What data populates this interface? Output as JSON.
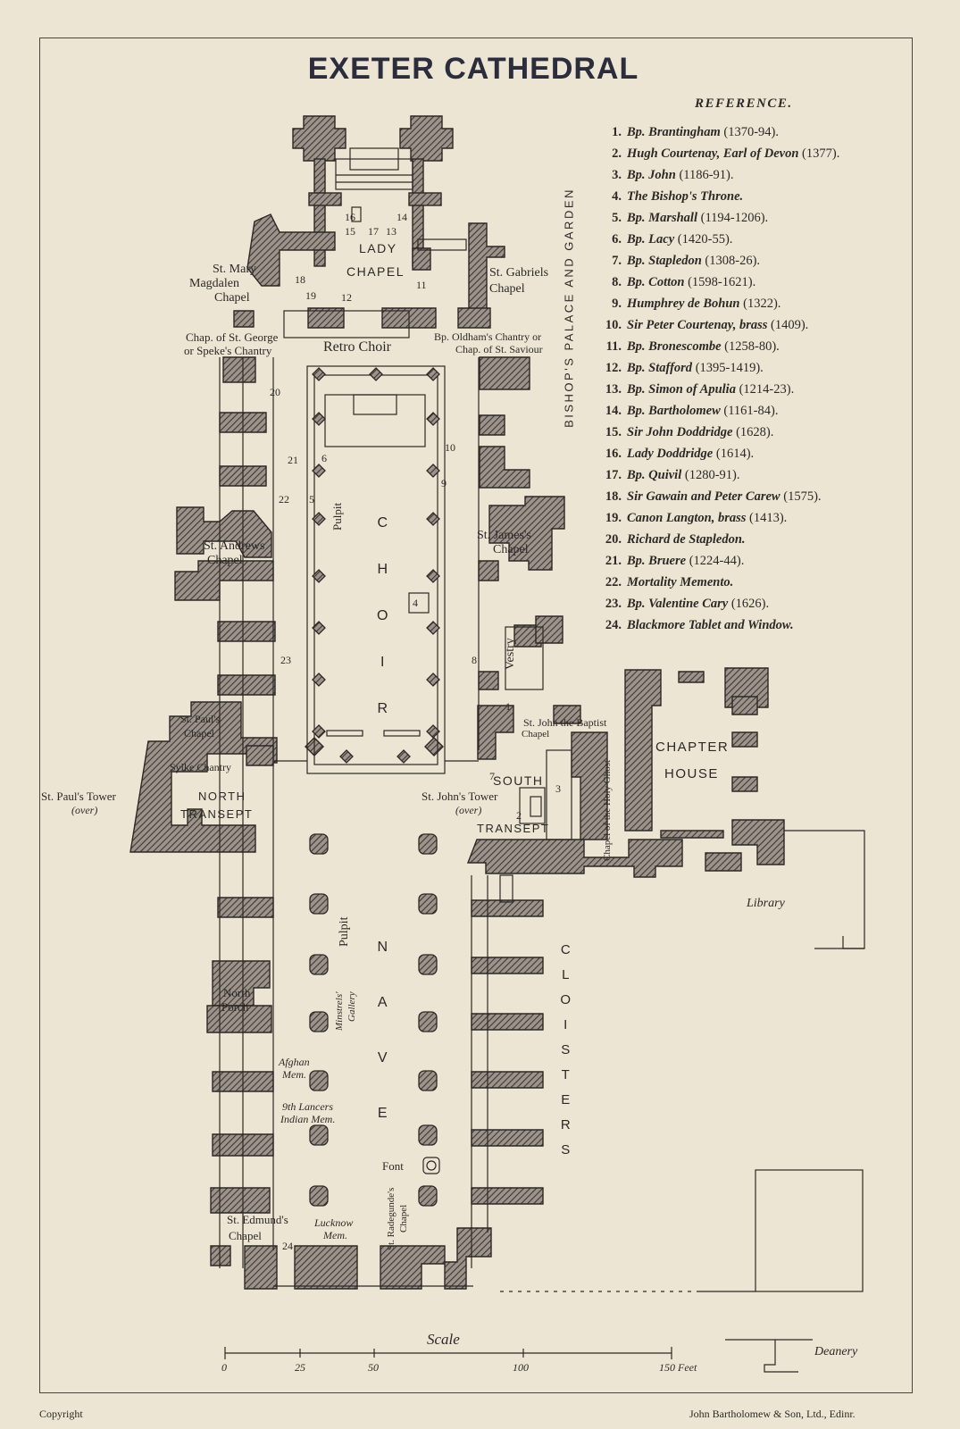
{
  "title": "EXETER CATHEDRAL",
  "reference": {
    "heading": "REFERENCE.",
    "items": [
      {
        "num": "1.",
        "name": "Bp. Brantingham",
        "detail": " (1370-94)."
      },
      {
        "num": "2.",
        "name": "Hugh Courtenay, Earl of Devon",
        "detail": " (1377)."
      },
      {
        "num": "3.",
        "name": "Bp. John",
        "detail": " (1186-91)."
      },
      {
        "num": "4.",
        "name": "The Bishop's Throne.",
        "detail": ""
      },
      {
        "num": "5.",
        "name": "Bp. Marshall",
        "detail": " (1194-1206)."
      },
      {
        "num": "6.",
        "name": "Bp. Lacy",
        "detail": " (1420-55)."
      },
      {
        "num": "7.",
        "name": "Bp. Stapledon",
        "detail": " (1308-26)."
      },
      {
        "num": "8.",
        "name": "Bp. Cotton",
        "detail": " (1598-1621)."
      },
      {
        "num": "9.",
        "name": "Humphrey de Bohun",
        "detail": " (1322)."
      },
      {
        "num": "10.",
        "name": "Sir Peter Courtenay, brass",
        "detail": " (1409)."
      },
      {
        "num": "11.",
        "name": "Bp. Bronescombe",
        "detail": " (1258-80)."
      },
      {
        "num": "12.",
        "name": "Bp. Stafford",
        "detail": " (1395-1419)."
      },
      {
        "num": "13.",
        "name": "Bp. Simon of Apulia",
        "detail": " (1214-23)."
      },
      {
        "num": "14.",
        "name": "Bp. Bartholomew",
        "detail": " (1161-84)."
      },
      {
        "num": "15.",
        "name": "Sir John Doddridge",
        "detail": " (1628)."
      },
      {
        "num": "16.",
        "name": "Lady Doddridge",
        "detail": " (1614)."
      },
      {
        "num": "17.",
        "name": "Bp. Quivil",
        "detail": " (1280-91)."
      },
      {
        "num": "18.",
        "name": "Sir Gawain and Peter Carew",
        "detail": " (1575)."
      },
      {
        "num": "19.",
        "name": "Canon Langton, brass",
        "detail": " (1413)."
      },
      {
        "num": "20.",
        "name": "Richard de Stapledon.",
        "detail": ""
      },
      {
        "num": "21.",
        "name": "Bp. Bruere",
        "detail": " (1224-44)."
      },
      {
        "num": "22.",
        "name": "Mortality Memento.",
        "detail": ""
      },
      {
        "num": "23.",
        "name": "Bp. Valentine Cary",
        "detail": " (1626)."
      },
      {
        "num": "24.",
        "name": "Blackmore Tablet and Window.",
        "detail": ""
      }
    ]
  },
  "palace_label": "BISHOP'S PALACE AND GARDEN",
  "labels": {
    "lady_chapel_1": "LADY",
    "lady_chapel_2": "CHAPEL",
    "st_mary_1": "St. Mary",
    "st_mary_2": "Magdalen",
    "st_mary_3": "Chapel",
    "st_gabriels_1": "St. Gabriels",
    "st_gabriels_2": "Chapel",
    "st_george_1": "Chap. of St. George",
    "st_george_2": "or Speke's Chantry",
    "retro_choir": "Retro Choir",
    "oldhams_1": "Bp. Oldham's Chantry or",
    "oldhams_2": "Chap. of St. Saviour",
    "choir": "C H O I R",
    "pulpit_choir": "Pulpit",
    "st_andrews_1": "St. Andrews",
    "st_andrews_2": "Chapel",
    "st_james_1": "St. James's",
    "st_james_2": "Chapel",
    "vestry": "Vestry",
    "st_pauls_chapel_1": "St. Paul's",
    "st_pauls_chapel_2": "Chapel",
    "sylke": "Sylke Chantry",
    "north_transept_1": "NORTH",
    "north_transept_2": "TRANSEPT",
    "st_pauls_tower_1": "St. Paul's Tower",
    "st_pauls_tower_2": "(over)",
    "st_john_baptist_1": "St. John the Baptist",
    "st_john_baptist_2": "Chapel",
    "chapter_house_1": "CHAPTER",
    "chapter_house_2": "HOUSE",
    "south_transept_1": "SOUTH",
    "south_transept_2": "TRANSEPT",
    "st_johns_tower_1": "St. John's Tower",
    "st_johns_tower_2": "(over)",
    "holy_ghost": "Chapel of the Holy Ghost",
    "library": "Library",
    "pulpit_nave": "Pulpit",
    "nave": "N A V E",
    "minstrels_1": "Minstrels'",
    "minstrels_2": "Gallery",
    "north_porch_1": "North",
    "north_porch_2": "Porch",
    "afghan_1": "Afghan",
    "afghan_2": "Mem.",
    "lancers_1": "9th Lancers",
    "lancers_2": "Indian Mem.",
    "font": "Font",
    "st_edmunds_1": "St. Edmund's",
    "st_edmunds_2": "Chapel",
    "lucknow_1": "Lucknow",
    "lucknow_2": "Mem.",
    "radegunde_1": "St. Radegunde's",
    "radegunde_2": "Chapel",
    "cloisters": "C L O I S T E R S",
    "deanery": "Deanery"
  },
  "monument_numbers": [
    "1",
    "2",
    "3",
    "4",
    "5",
    "6",
    "7",
    "8",
    "9",
    "10",
    "11",
    "12",
    "13",
    "14",
    "15",
    "16",
    "17",
    "18",
    "19",
    "20",
    "21",
    "22",
    "23",
    "24"
  ],
  "scale": {
    "title": "Scale",
    "ticks": [
      "0",
      "25",
      "50",
      "100",
      "150 Feet"
    ]
  },
  "footer": {
    "left": "Copyright",
    "right": "John Bartholomew & Son, Ltd., Edinr."
  },
  "colors": {
    "paper": "#ece5d3",
    "ink": "#2c2826",
    "hatch": "#5b5450",
    "title": "#2b2d3d"
  }
}
